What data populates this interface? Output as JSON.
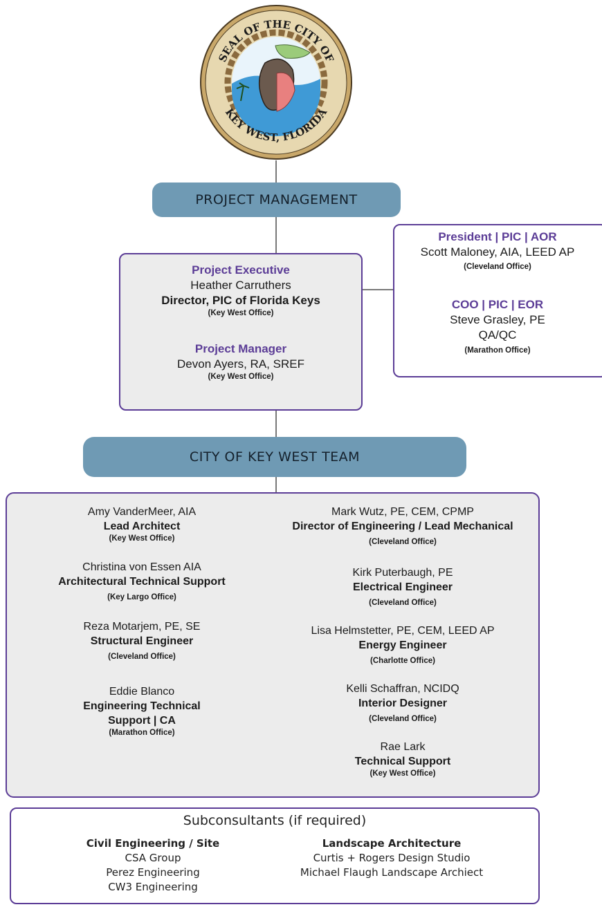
{
  "seal": {
    "top_text": "SEAL OF THE CITY OF",
    "bottom_text": "KEY WEST, FLORIDA",
    "colors": {
      "ring": "#c9a86a",
      "sea": "#3f9ad6",
      "sky": "#e9f4fb",
      "land": "#9bcb7a",
      "shell": "#e8807f",
      "chain": "#8a6a3e"
    }
  },
  "project_management": {
    "label": "PROJECT MANAGEMENT"
  },
  "executive_box": {
    "exec_title": "Project Executive",
    "exec_name": "Heather Carruthers",
    "exec_role": "Director, PIC of Florida Keys",
    "exec_office": "(Key West Office)",
    "pm_title": "Project Manager",
    "pm_name": "Devon Ayers, RA, SREF",
    "pm_office": "(Key West Office)"
  },
  "president_box": {
    "pres_title": "President | PIC | AOR",
    "pres_name": "Scott Maloney, AIA, LEED AP",
    "pres_office": "(Cleveland Office)",
    "coo_title": "COO | PIC | EOR",
    "coo_name": "Steve Grasley, PE",
    "coo_role": "QA/QC",
    "coo_office": "(Marathon Office)"
  },
  "team": {
    "label": "CITY OF KEY WEST TEAM",
    "left": [
      {
        "name": "Amy VanderMeer, AIA",
        "role": "Lead Architect",
        "office": "(Key West Office)"
      },
      {
        "name": "Christina von Essen AIA",
        "role": "Architectural Technical Support",
        "office": "(Key Largo Office)"
      },
      {
        "name": "Reza Motarjem, PE, SE",
        "role": "Structural Engineer",
        "office": "(Cleveland Office)"
      },
      {
        "name": "Eddie Blanco",
        "role": "Engineering Technical",
        "role2": "Support | CA",
        "office": "(Marathon Office)"
      }
    ],
    "right": [
      {
        "name": "Mark Wutz, PE, CEM, CPMP",
        "role": "Director of Engineering / Lead Mechanical",
        "office": "(Cleveland Office)"
      },
      {
        "name": "Kirk Puterbaugh, PE",
        "role": "Electrical Engineer",
        "office": "(Cleveland Office)"
      },
      {
        "name": "Lisa Helmstetter, PE, CEM, LEED AP",
        "role": "Energy Engineer",
        "office": "(Charlotte Office)"
      },
      {
        "name": "Kelli Schaffran, NCIDQ",
        "role": "Interior Designer",
        "office": "(Cleveland Office)"
      },
      {
        "name": "Rae Lark",
        "role": "Technical Support",
        "office": "(Key West Office)"
      }
    ]
  },
  "subconsultants": {
    "title": "Subconsultants (if required)",
    "civil": {
      "heading": "Civil Engineering / Site",
      "items": [
        "CSA Group",
        "Perez Engineering",
        "CW3 Engineering"
      ]
    },
    "landscape": {
      "heading": "Landscape Architecture",
      "items": [
        "Curtis + Rogers Design Studio",
        "Michael Flaugh Landscape Archiect"
      ]
    }
  }
}
